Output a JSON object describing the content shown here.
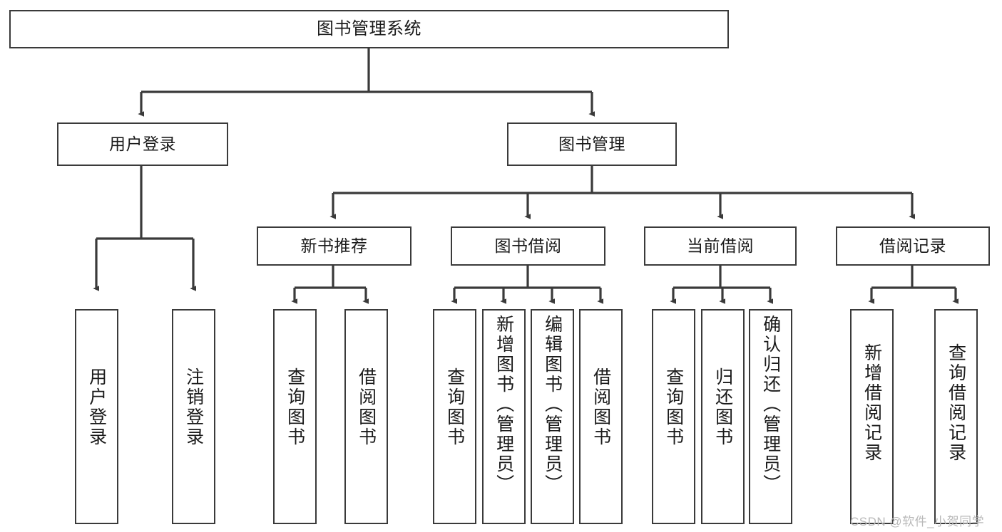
{
  "diagram": {
    "title": "图书管理系统",
    "type": "tree-hierarchy-diagram",
    "levels": 4,
    "colors": {
      "box_border": "#3a3a3a",
      "box_fill": "#ffffff",
      "link": "#3a3a3a",
      "text": "#1a1a1a",
      "watermark": "#b9b9b9",
      "background": "#ffffff"
    },
    "root": {
      "label": "图书管理系统"
    },
    "level2": [
      {
        "label": "用户登录"
      },
      {
        "label": "图书管理"
      }
    ],
    "level3": [
      {
        "label": "新书推荐"
      },
      {
        "label": "图书借阅"
      },
      {
        "label": "当前借阅"
      },
      {
        "label": "借阅记录"
      }
    ],
    "leaves": {
      "user_login": [
        {
          "label": "用户登录"
        },
        {
          "label": "注销登录"
        }
      ],
      "new_book_recommend": [
        {
          "label": "查询图书"
        },
        {
          "label": "借阅图书"
        }
      ],
      "book_borrow": [
        {
          "label": "查询图书"
        },
        {
          "label": "新增图书（管理员）"
        },
        {
          "label": "编辑图书（管理员）"
        },
        {
          "label": "借阅图书"
        }
      ],
      "current_borrow": [
        {
          "label": "查询图书"
        },
        {
          "label": "归还图书"
        },
        {
          "label": "确认归还（管理员）"
        }
      ],
      "borrow_record": [
        {
          "label": "新增借阅记录"
        },
        {
          "label": "查询借阅记录"
        }
      ]
    },
    "watermark": "CSDN @软件_小贺同学"
  }
}
